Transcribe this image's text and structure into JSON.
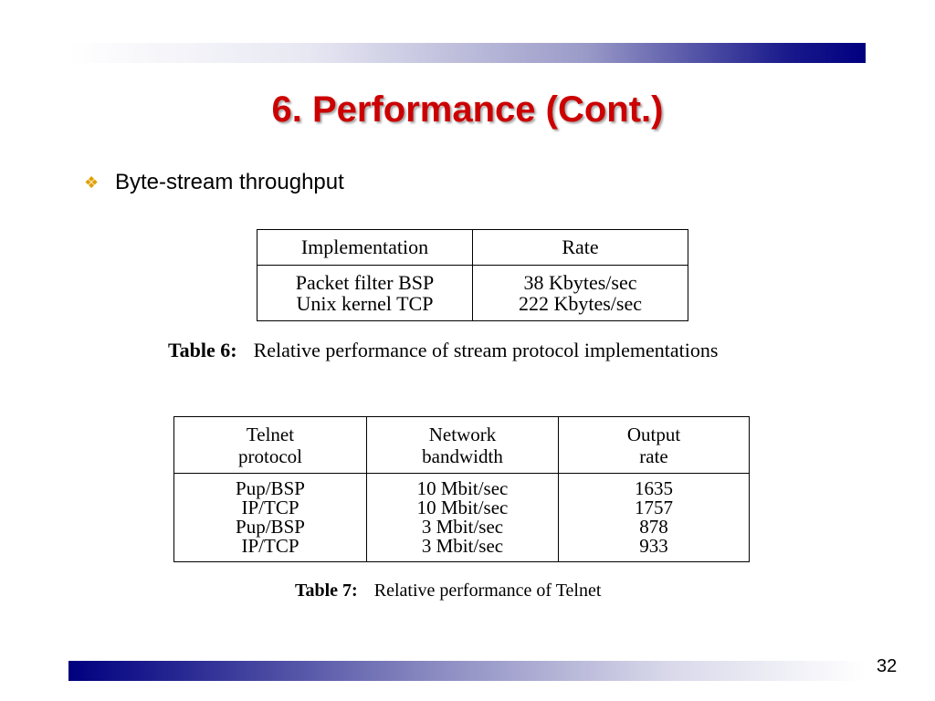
{
  "slide": {
    "title": "6. Performance (Cont.)",
    "bullet": {
      "icon": "diamond-bullet-icon",
      "text": "Byte-stream throughput"
    },
    "page_number": "32"
  },
  "table6": {
    "headers": [
      "Implementation",
      "Rate"
    ],
    "rows": [
      [
        "Packet filter BSP",
        "38 Kbytes/sec"
      ],
      [
        "Unix kernel TCP",
        "222 Kbytes/sec"
      ]
    ],
    "caption_label": "Table 6:",
    "caption_text": "Relative performance of stream protocol implementations"
  },
  "table7": {
    "headers": [
      [
        "Telnet",
        "protocol"
      ],
      [
        "Network",
        "bandwidth"
      ],
      [
        "Output",
        "rate"
      ]
    ],
    "rows": [
      [
        "Pup/BSP",
        "10 Mbit/sec",
        "1635"
      ],
      [
        "IP/TCP",
        "10 Mbit/sec",
        "1757"
      ],
      [
        "Pup/BSP",
        "3 Mbit/sec",
        "878"
      ],
      [
        "IP/TCP",
        "3 Mbit/sec",
        "933"
      ]
    ],
    "caption_label": "Table 7:",
    "caption_text": "Relative performance of Telnet"
  },
  "colors": {
    "title": "#cc0000",
    "bar_dark": "#000080",
    "bullet": "#e0a000"
  }
}
